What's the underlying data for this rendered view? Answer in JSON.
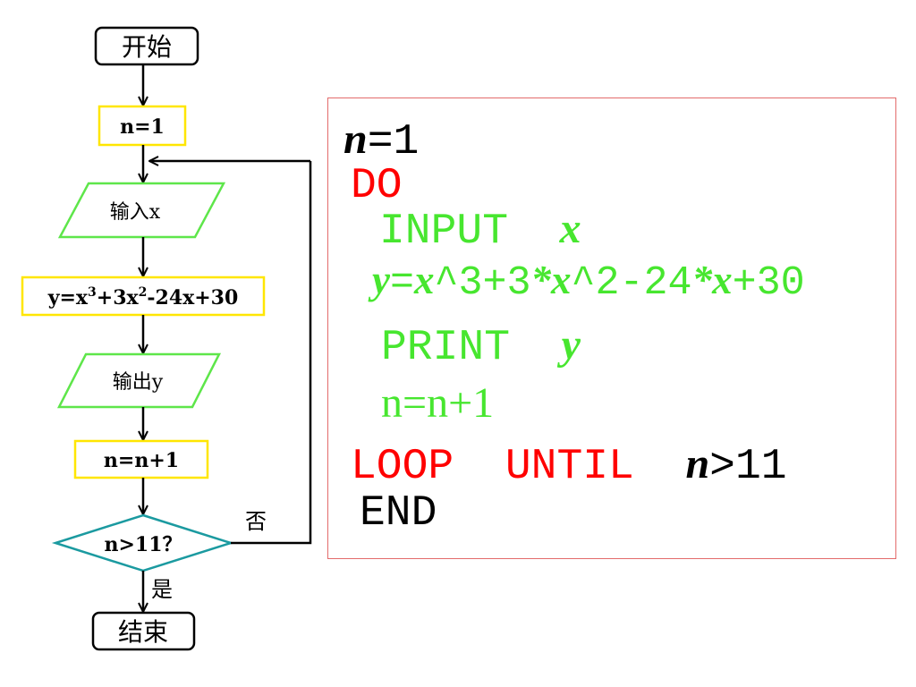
{
  "flowchart": {
    "start": "开始",
    "init": "n=1",
    "input": "输入x",
    "formula": {
      "base": "y=x",
      "exp1": "3",
      "mid": "+3x",
      "exp2": "2",
      "tail": "-24x+30"
    },
    "output": "输出y",
    "increment": "n=n+1",
    "condition": "n>11？",
    "no_label": "否",
    "yes_label": "是",
    "end": "结束"
  },
  "code": {
    "line1": {
      "var": "n",
      "rest": "=1"
    },
    "do": "DO",
    "input": {
      "kw": "INPUT  ",
      "var": "x"
    },
    "assign": {
      "y": "y",
      "eq": "=",
      "x1": "x",
      "p1": "^3+3",
      "star1": "*",
      "x2": "x",
      "p2": "^2-24",
      "star2": "*",
      "x3": "x",
      "p3": "+30"
    },
    "print": {
      "kw": "PRINT  ",
      "var": "y"
    },
    "incr": "n=n+1",
    "loop": {
      "kw": "LOOP  UNTIL  ",
      "var": "n",
      "rest": ">11"
    },
    "end": "END"
  },
  "colors": {
    "keyword_red": "#ff0000",
    "body_green": "#47e62f",
    "process_border": "#ffe600",
    "io_border": "#5ee64a",
    "decision_border": "#1b9aa0",
    "code_box_border": "#e36b6b"
  }
}
